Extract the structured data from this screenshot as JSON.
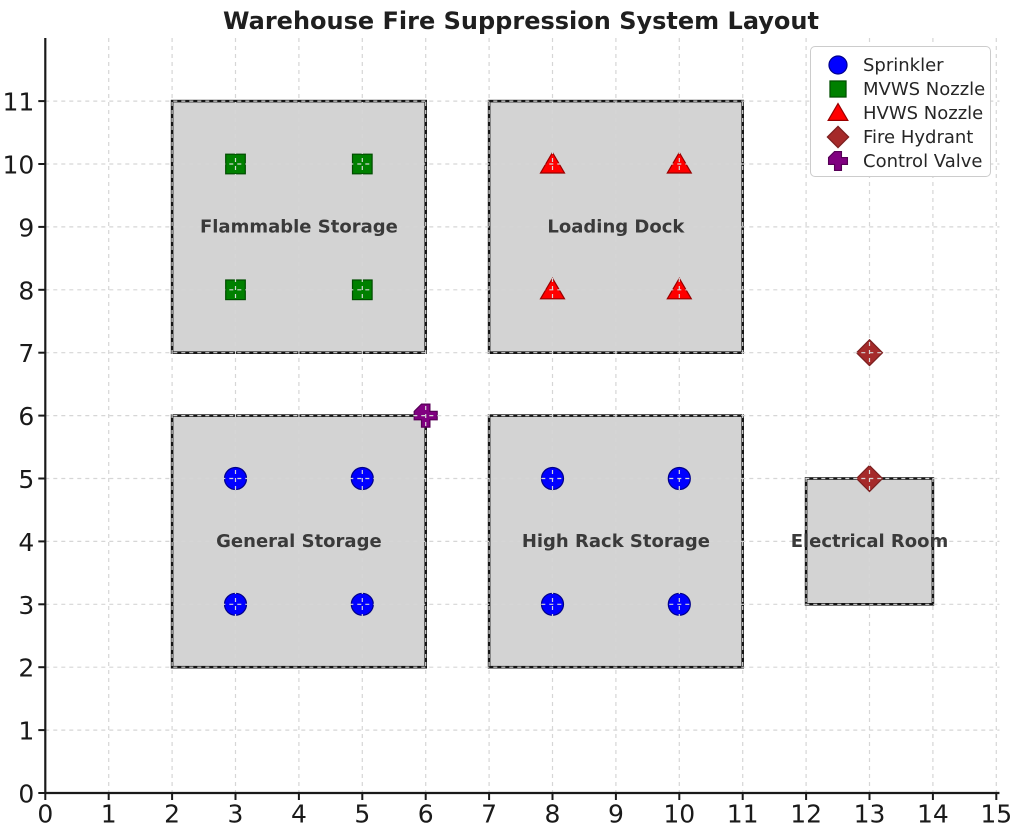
{
  "chart_data": {
    "type": "scatter",
    "title": "Warehouse Fire Suppression System Layout",
    "xlabel": "",
    "ylabel": "",
    "xlim": [
      0,
      15.05
    ],
    "ylim": [
      0,
      12
    ],
    "xticks": [
      0,
      1,
      2,
      3,
      4,
      5,
      6,
      7,
      8,
      9,
      10,
      11,
      12,
      13,
      14,
      15
    ],
    "yticks": [
      0,
      1,
      2,
      3,
      4,
      5,
      6,
      7,
      8,
      9,
      10,
      11
    ],
    "grid": true,
    "grid_style": "dashed",
    "legend_position": "upper right",
    "rooms": [
      {
        "name": "Flammable Storage",
        "x": 2,
        "y": 7,
        "w": 4,
        "h": 4
      },
      {
        "name": "Loading Dock",
        "x": 7,
        "y": 7,
        "w": 4,
        "h": 4
      },
      {
        "name": "General Storage",
        "x": 2,
        "y": 2,
        "w": 4,
        "h": 4
      },
      {
        "name": "High Rack Storage",
        "x": 7,
        "y": 2,
        "w": 4,
        "h": 4
      },
      {
        "name": "Electrical Room",
        "x": 12,
        "y": 3,
        "w": 2,
        "h": 2
      }
    ],
    "series": [
      {
        "name": "Sprinkler",
        "marker": "circle",
        "color": "#0000ff",
        "edge": "#00008b",
        "points": [
          [
            3,
            5
          ],
          [
            5,
            5
          ],
          [
            3,
            3
          ],
          [
            5,
            3
          ],
          [
            8,
            5
          ],
          [
            10,
            5
          ],
          [
            8,
            3
          ],
          [
            10,
            3
          ]
        ]
      },
      {
        "name": "MVWS Nozzle",
        "marker": "square",
        "color": "#008000",
        "edge": "#004d00",
        "points": [
          [
            3,
            10
          ],
          [
            5,
            10
          ],
          [
            3,
            8
          ],
          [
            5,
            8
          ]
        ]
      },
      {
        "name": "HVWS Nozzle",
        "marker": "triangle",
        "color": "#ff0000",
        "edge": "#990000",
        "points": [
          [
            8,
            10
          ],
          [
            10,
            10
          ],
          [
            8,
            8
          ],
          [
            10,
            8
          ]
        ]
      },
      {
        "name": "Fire Hydrant",
        "marker": "diamond",
        "color": "#a52a2a",
        "edge": "#7a1f1f",
        "points": [
          [
            13,
            7
          ],
          [
            13,
            5
          ]
        ]
      },
      {
        "name": "Control Valve",
        "marker": "plus",
        "color": "#800080",
        "edge": "#560056",
        "points": [
          [
            6,
            6
          ]
        ]
      }
    ],
    "colors": {
      "room_fill": "#d3d3d3",
      "room_edge": "#141414",
      "grid": "#d6d6d6",
      "axis": "#1a1a1a",
      "tick_label": "#1a1a1a",
      "room_label": "#3a3a3a",
      "legend_border": "#cccccc",
      "background": "#ffffff"
    }
  }
}
